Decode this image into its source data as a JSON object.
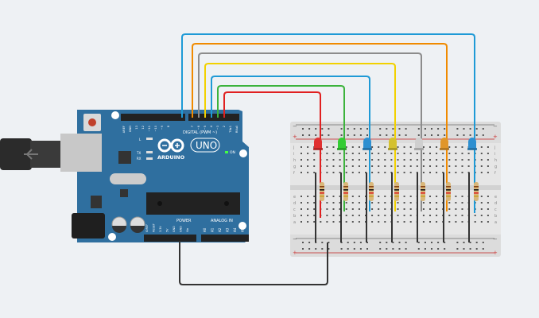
{
  "arduino": {
    "brand": "ARDUINO",
    "model": "UNO",
    "on_label": "ON",
    "l_label": "L",
    "tx_label": "TX",
    "rx_label": "RX",
    "digital_label": "DIGITAL (PWM ~)",
    "power_label": "POWER",
    "analog_label": "ANALOG IN",
    "digital_pins": [
      "AREF",
      "GND",
      "13",
      "12",
      "~11",
      "~10",
      "~9",
      "8",
      "7",
      "~6",
      "~5",
      "4",
      "~3",
      "2",
      "TX▸1",
      "RX◂0"
    ],
    "power_pins": [
      "IOREF",
      "RESET",
      "3.3V",
      "5V",
      "GND",
      "GND",
      "Vin"
    ],
    "analog_pins": [
      "A0",
      "A1",
      "A2",
      "A3",
      "A4",
      "A5"
    ],
    "board_color": "#2f6f9f"
  },
  "breadboard": {
    "row_letters_top": [
      "j",
      "i",
      "h",
      "g",
      "f"
    ],
    "row_letters_bottom": [
      "e",
      "d",
      "c",
      "b",
      "a"
    ],
    "rail_minus": "−",
    "rail_plus": "+"
  },
  "leds": [
    {
      "color": "#e03030",
      "pin": "2"
    },
    {
      "color": "#33cc33",
      "pin": "~3"
    },
    {
      "color": "#2d8fd0",
      "pin": "4"
    },
    {
      "color": "#d4c12f",
      "pin": "~5"
    },
    {
      "color": "#cfcfcf",
      "pin": "~6"
    },
    {
      "color": "#e0962a",
      "pin": "7"
    },
    {
      "color": "#2d8fd0",
      "pin": "8"
    }
  ],
  "wires": [
    {
      "color": "#1e9ad6",
      "pin": "8"
    },
    {
      "color": "#f08a00",
      "pin": "7"
    },
    {
      "color": "#8c8c8c",
      "pin": "~6"
    },
    {
      "color": "#f2d100",
      "pin": "~5"
    },
    {
      "color": "#1e9ad6",
      "pin": "4"
    },
    {
      "color": "#3cb33c",
      "pin": "~3"
    },
    {
      "color": "#e02020",
      "pin": "2"
    }
  ],
  "ground_wire_color": "#333333"
}
